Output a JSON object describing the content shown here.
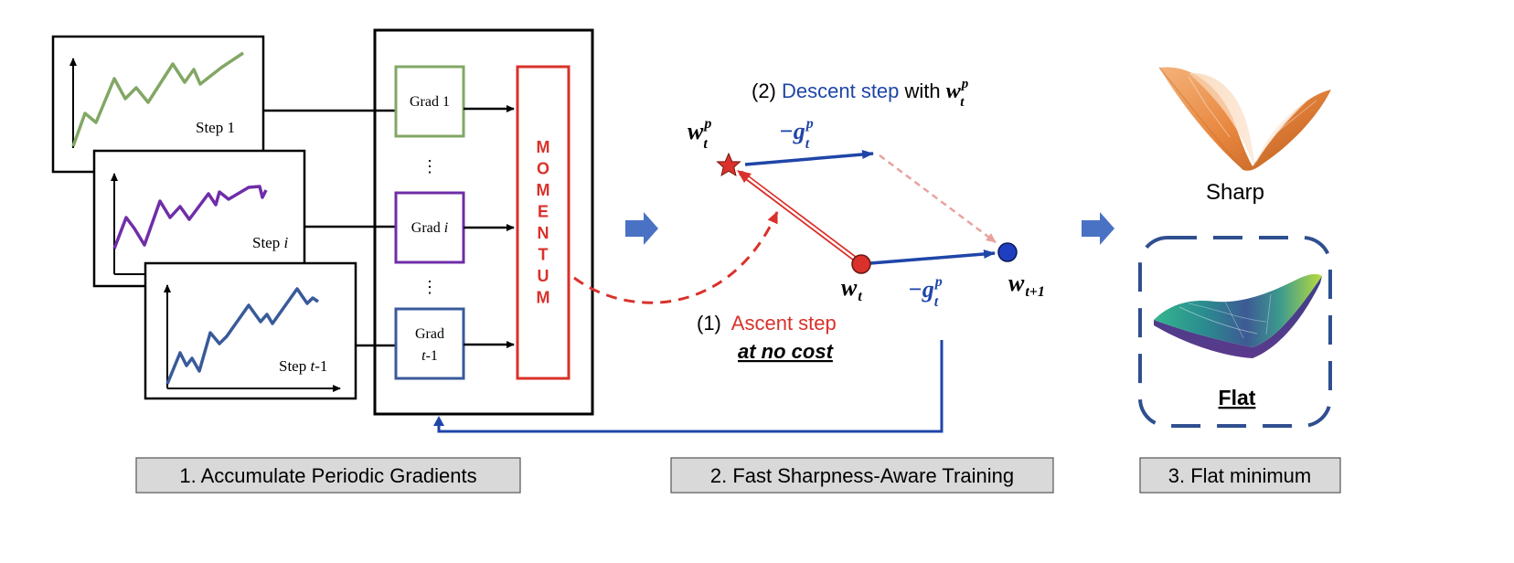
{
  "step_panels": [
    {
      "label": "Step 1",
      "label_prefix": "Step ",
      "label_var": "1",
      "color": "#82a765"
    },
    {
      "label": "Step i",
      "label_prefix": "Step ",
      "label_var": "i",
      "color": "#6f2da8"
    },
    {
      "label": "Step t-1",
      "label_prefix": "Step ",
      "label_var": "t",
      "label_suffix": "-1",
      "color": "#395a9a"
    }
  ],
  "grad_boxes": [
    {
      "line1": "Grad 1",
      "line1_prefix": "Grad ",
      "line1_var": "1",
      "color": "#82a765"
    },
    {
      "line1": "Grad i",
      "line1_prefix": "Grad ",
      "line1_var": "i",
      "color": "#6f2da8"
    },
    {
      "line1": "Grad",
      "line2": "t-1",
      "line2_var": "t",
      "line2_suffix": "-1",
      "color": "#395a9a"
    }
  ],
  "ellipsis": "⋮",
  "momentum": {
    "letters": [
      "M",
      "O",
      "M",
      "E",
      "N",
      "T",
      "U",
      "M"
    ],
    "color": "#d9312b"
  },
  "descent": {
    "prefix": "(2) ",
    "emph": "Descent step",
    "suffix": " with ",
    "w_sym": "w",
    "w_sup": "p",
    "w_sub": "t"
  },
  "ascent": {
    "prefix": "(1) ",
    "emph": "Ascent step",
    "line2": "at no cost"
  },
  "math": {
    "wtp": {
      "base": "w",
      "sup": "p",
      "sub": "t"
    },
    "neg_g_top": {
      "base": "−g",
      "sup": "p",
      "sub": "t"
    },
    "neg_g_bottom": {
      "base": "−g",
      "sup": "p",
      "sub": "t"
    },
    "wt": {
      "base": "w",
      "sub": "t"
    },
    "wt1": {
      "base": "w",
      "sub": "t+1"
    }
  },
  "minimum_labels": {
    "sharp": "Sharp",
    "flat": "Flat"
  },
  "section_labels": [
    "1. Accumulate Periodic Gradients",
    "2. Fast Sharpness-Aware Training",
    "3. Flat minimum"
  ],
  "colors": {
    "blue": "#1f45a8",
    "red": "#d9312b",
    "arrow_fill": "#4a72c4",
    "dashed_box": "#2f4f8f",
    "label_bg": "#d9d9d9",
    "pink": "#e8a39e"
  }
}
